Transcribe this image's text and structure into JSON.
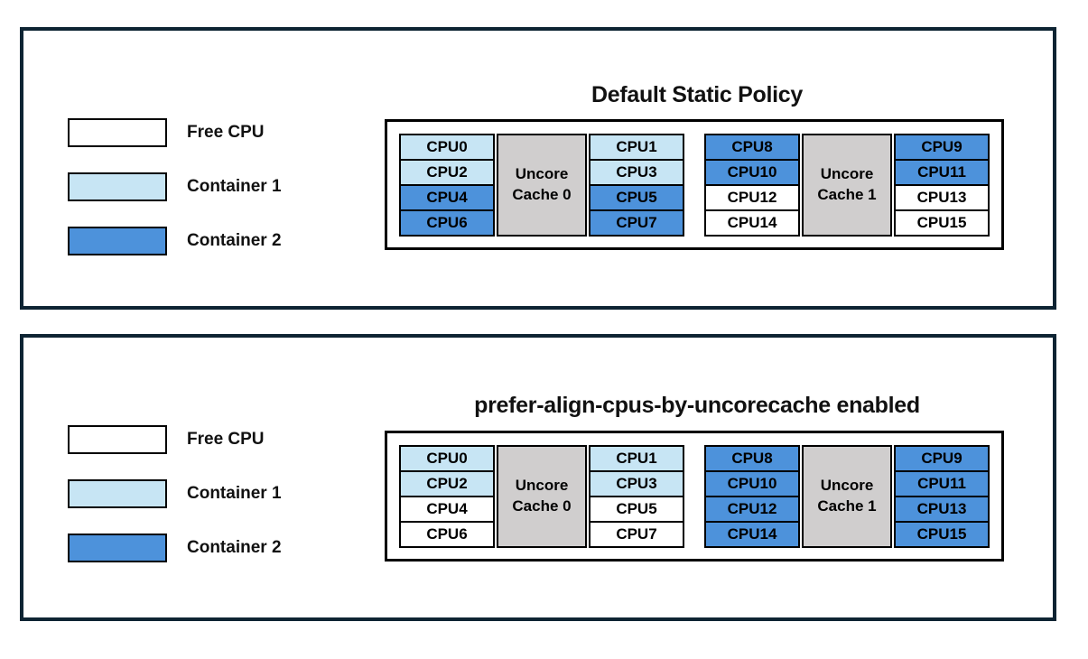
{
  "colors": {
    "free": "#ffffff",
    "container1": "#c7e5f4",
    "container2": "#4d92db",
    "uncore_fill": "#d0cece",
    "panel_border": "#0e2433",
    "cell_border": "#000000"
  },
  "legend": {
    "items": [
      {
        "label": "Free CPU",
        "state": "free"
      },
      {
        "label": "Container 1",
        "state": "container1"
      },
      {
        "label": "Container 2",
        "state": "container2"
      }
    ]
  },
  "panels": [
    {
      "title": "Default Static Policy",
      "groups": [
        {
          "uncore_label": "Uncore Cache 0",
          "left": [
            {
              "label": "CPU0",
              "state": "container1"
            },
            {
              "label": "CPU2",
              "state": "container1"
            },
            {
              "label": "CPU4",
              "state": "container2"
            },
            {
              "label": "CPU6",
              "state": "container2"
            }
          ],
          "right": [
            {
              "label": "CPU1",
              "state": "container1"
            },
            {
              "label": "CPU3",
              "state": "container1"
            },
            {
              "label": "CPU5",
              "state": "container2"
            },
            {
              "label": "CPU7",
              "state": "container2"
            }
          ]
        },
        {
          "uncore_label": "Uncore Cache 1",
          "left": [
            {
              "label": "CPU8",
              "state": "container2"
            },
            {
              "label": "CPU10",
              "state": "container2"
            },
            {
              "label": "CPU12",
              "state": "free"
            },
            {
              "label": "CPU14",
              "state": "free"
            }
          ],
          "right": [
            {
              "label": "CPU9",
              "state": "container2"
            },
            {
              "label": "CPU11",
              "state": "container2"
            },
            {
              "label": "CPU13",
              "state": "free"
            },
            {
              "label": "CPU15",
              "state": "free"
            }
          ]
        }
      ]
    },
    {
      "title": "prefer-align-cpus-by-uncorecache enabled",
      "groups": [
        {
          "uncore_label": "Uncore Cache 0",
          "left": [
            {
              "label": "CPU0",
              "state": "container1"
            },
            {
              "label": "CPU2",
              "state": "container1"
            },
            {
              "label": "CPU4",
              "state": "free"
            },
            {
              "label": "CPU6",
              "state": "free"
            }
          ],
          "right": [
            {
              "label": "CPU1",
              "state": "container1"
            },
            {
              "label": "CPU3",
              "state": "container1"
            },
            {
              "label": "CPU5",
              "state": "free"
            },
            {
              "label": "CPU7",
              "state": "free"
            }
          ]
        },
        {
          "uncore_label": "Uncore Cache 1",
          "left": [
            {
              "label": "CPU8",
              "state": "container2"
            },
            {
              "label": "CPU10",
              "state": "container2"
            },
            {
              "label": "CPU12",
              "state": "container2"
            },
            {
              "label": "CPU14",
              "state": "container2"
            }
          ],
          "right": [
            {
              "label": "CPU9",
              "state": "container2"
            },
            {
              "label": "CPU11",
              "state": "container2"
            },
            {
              "label": "CPU13",
              "state": "container2"
            },
            {
              "label": "CPU15",
              "state": "container2"
            }
          ]
        }
      ]
    }
  ]
}
